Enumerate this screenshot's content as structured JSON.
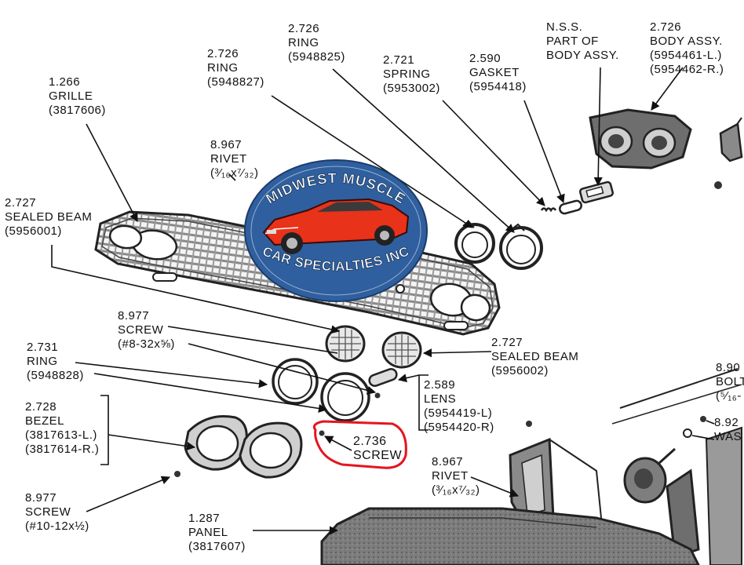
{
  "labels": [
    {
      "id": "grille",
      "lines": [
        "1.266",
        "GRILLE",
        "(3817606)"
      ]
    },
    {
      "id": "ring-5948827",
      "lines": [
        "2.726",
        "RING",
        "(5948827)"
      ]
    },
    {
      "id": "ring-5948825",
      "lines": [
        "2.726",
        "RING",
        "(5948825)"
      ]
    },
    {
      "id": "spring",
      "lines": [
        "2.721",
        "SPRING",
        "(5953002)"
      ]
    },
    {
      "id": "gasket",
      "lines": [
        "2.590",
        "GASKET",
        "(5954418)"
      ]
    },
    {
      "id": "nss",
      "lines": [
        "N.S.S.",
        "PART OF",
        "BODY ASSY."
      ]
    },
    {
      "id": "body-assy",
      "lines": [
        "2.726",
        "BODY ASSY.",
        "(5954461-L.)",
        "(5954462-R.)"
      ]
    },
    {
      "id": "rivet-top",
      "lines": [
        "8.967",
        "RIVET",
        "(³⁄₁₆x⁷⁄₃₂)"
      ]
    },
    {
      "id": "sealed-beam-1",
      "lines": [
        "2.727",
        "SEALED BEAM",
        "(5956001)"
      ]
    },
    {
      "id": "screw-8-32",
      "lines": [
        "8.977",
        "SCREW",
        "(#8-32x⅝)"
      ]
    },
    {
      "id": "sealed-beam-2",
      "lines": [
        "2.727",
        "SEALED BEAM",
        "(5956002)"
      ]
    },
    {
      "id": "ring-5948828",
      "lines": [
        "2.731",
        "RING",
        "(5948828)"
      ]
    },
    {
      "id": "lens",
      "lines": [
        "2.589",
        "LENS",
        "(5954419-L)",
        "(5954420-R)"
      ]
    },
    {
      "id": "bezel",
      "lines": [
        "2.728",
        "BEZEL",
        "(3817613-L.)",
        "(3817614-R.)"
      ]
    },
    {
      "id": "screw-2736",
      "lines": [
        "2.736",
        "SCREW"
      ]
    },
    {
      "id": "bolt",
      "lines": [
        "8.90",
        "BOLT",
        "(⁵⁄₁₆-"
      ]
    },
    {
      "id": "washer",
      "lines": [
        "8.92",
        "WAS"
      ]
    },
    {
      "id": "rivet-bottom",
      "lines": [
        "8.967",
        "RIVET",
        "(³⁄₁₆x⁷⁄₃₂)"
      ]
    },
    {
      "id": "screw-10-12",
      "lines": [
        "8.977",
        "SCREW",
        "(#10-12x½)"
      ]
    },
    {
      "id": "panel",
      "lines": [
        "1.287",
        "PANEL",
        "(3817607)"
      ]
    }
  ],
  "logo": {
    "line1": "MIDWEST MUSCLE",
    "line2": "CAR SPECIALTIES INC"
  },
  "colors": {
    "ink": "#111111",
    "logo_blue": "#2f5f9e",
    "car_red": "#e8321a",
    "highlight": "#e3161f"
  }
}
